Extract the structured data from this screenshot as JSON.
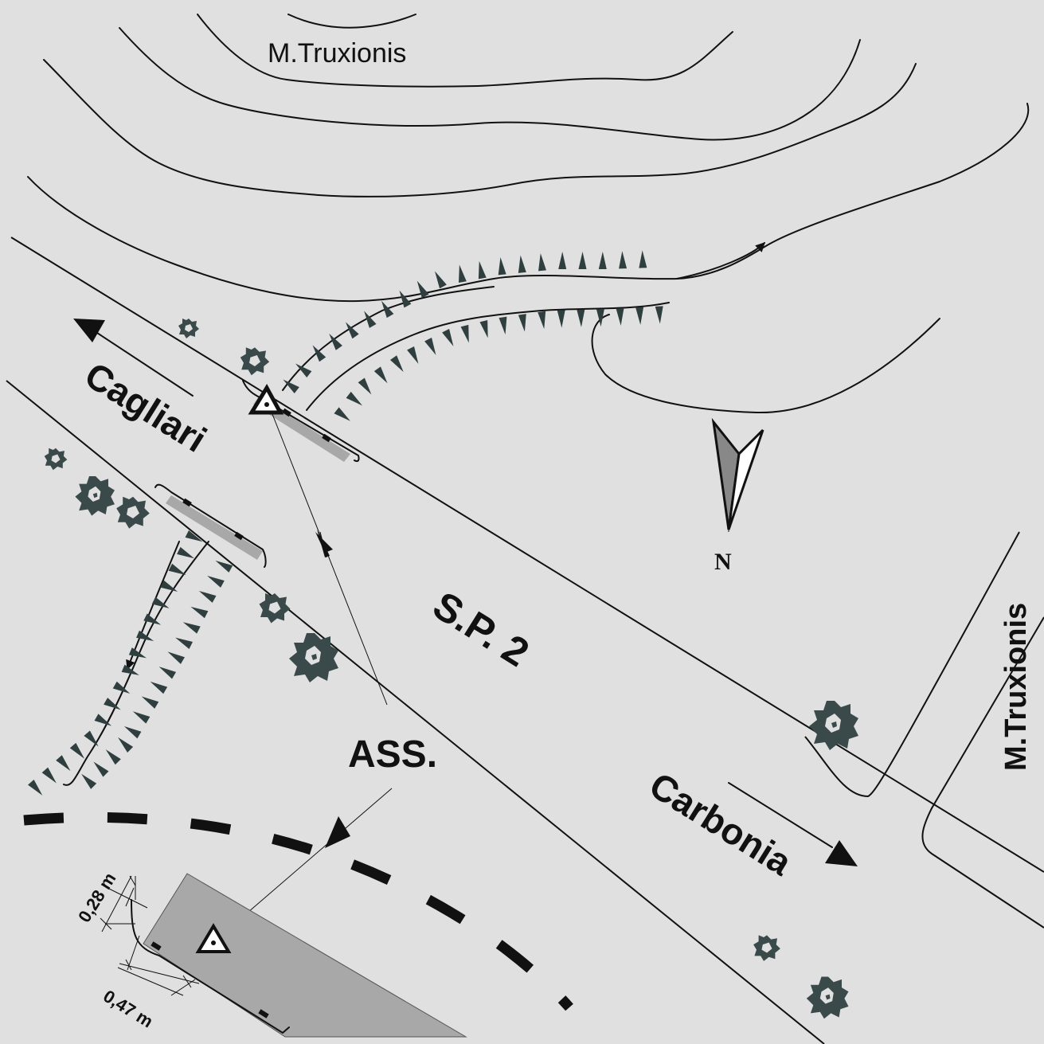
{
  "labels": {
    "peak_top": "M.Truxionis",
    "road_right": "M.Truxionis",
    "city_west": "Cagliari",
    "city_east": "Carbonia",
    "road_name": "S.P. 2",
    "marker": "ASS.",
    "north": "N",
    "dim_width": "0,28 m",
    "dim_length": "0,47 m"
  },
  "colors": {
    "background": "#e0e0e0",
    "ink": "#111111",
    "hatch": "#2f3e3e",
    "structure": "#a8a8a8",
    "tree": "#3a4a4a"
  }
}
